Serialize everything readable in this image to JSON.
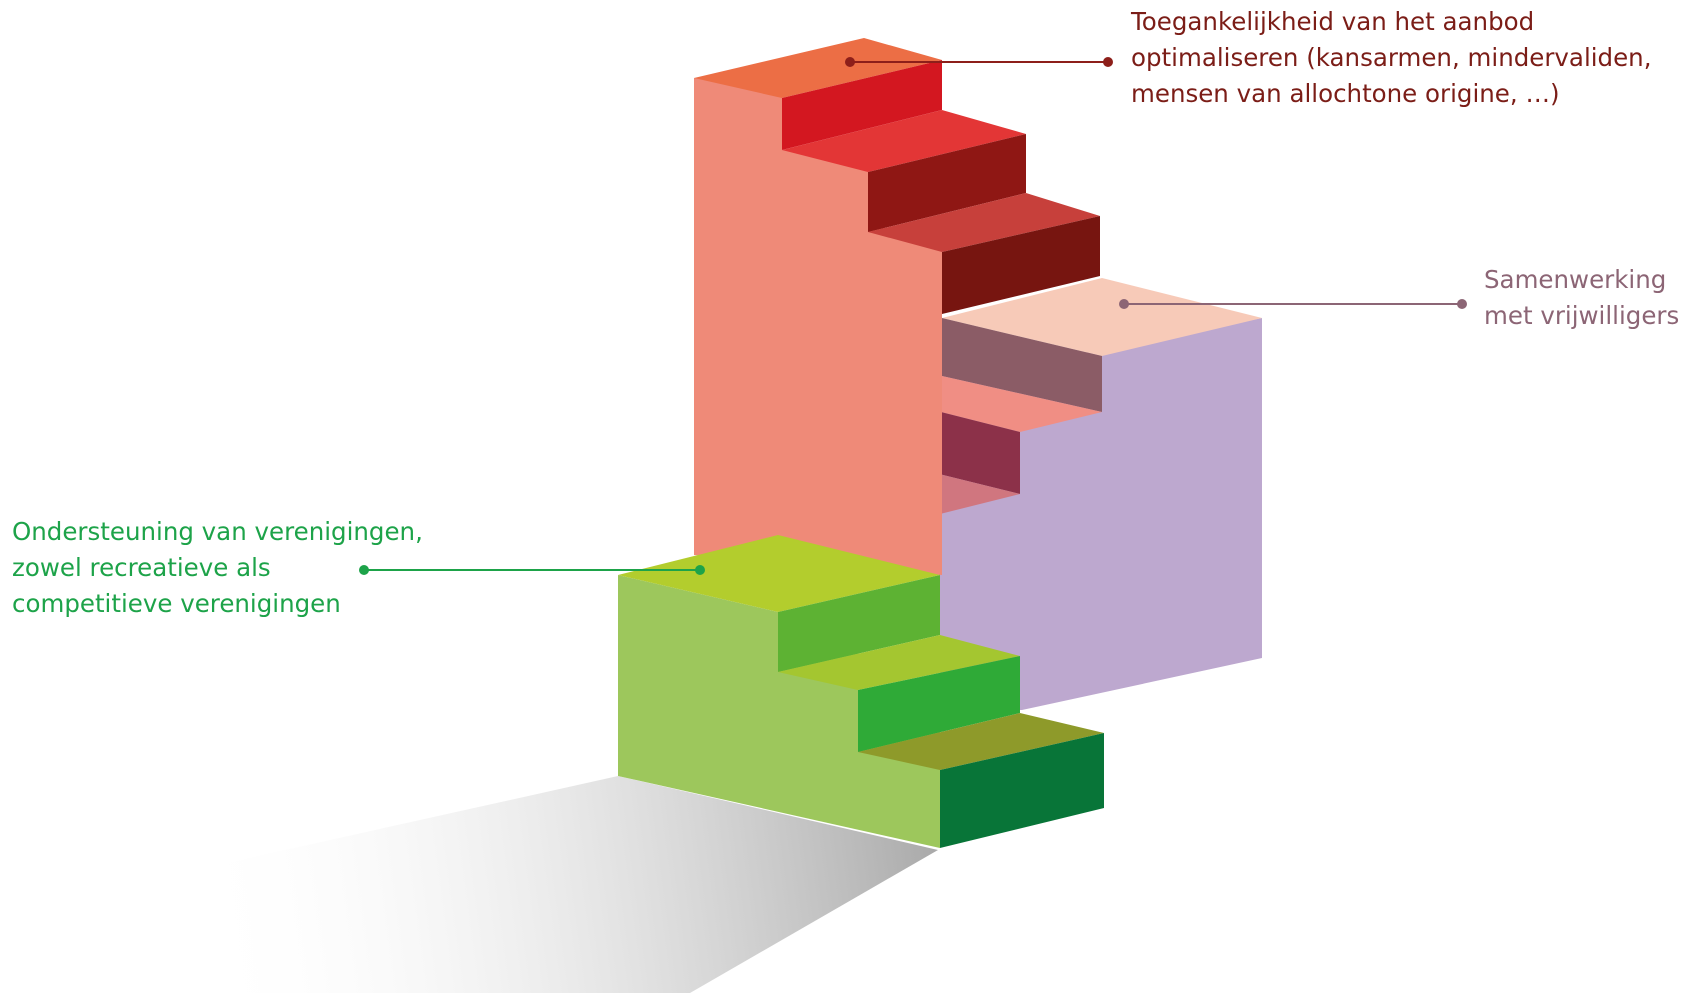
{
  "colors": {
    "red_label": "#7b1d17",
    "purple_label": "#8c6575",
    "green_label": "#1da349",
    "red_stair_side": "#ef8a78",
    "purple_block": "#bda8cf",
    "green_block": "#9dc75c"
  },
  "labels": {
    "accessibility": {
      "lines": [
        "Toegankelijkheid van het aanbod",
        "optimaliseren (kansarmen, mindervaliden,",
        "mensen van allochtone origine, …)"
      ]
    },
    "volunteers": {
      "lines": [
        "Samenwerking",
        "met vrijwilligers"
      ]
    },
    "clubs": {
      "lines": [
        "Ondersteuning van verenigingen,",
        "zowel recreatieve als",
        "competitieve verenigingen"
      ]
    }
  }
}
